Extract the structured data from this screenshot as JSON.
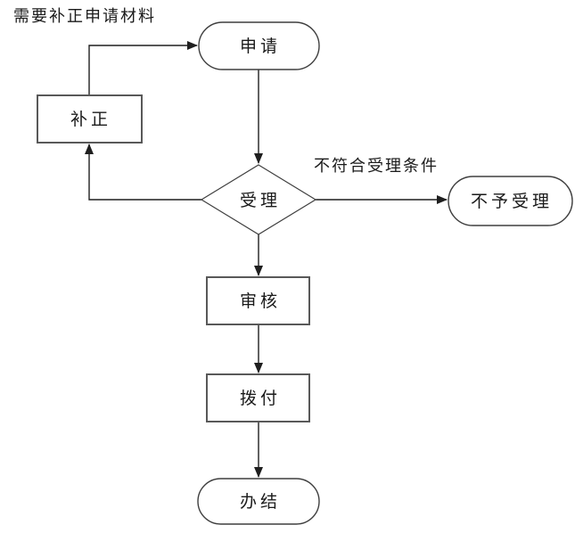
{
  "diagram": {
    "type": "flowchart",
    "annotation": "需要补正申请材料",
    "nodes": {
      "apply": {
        "label": "申请",
        "shape": "stadium"
      },
      "correction": {
        "label": "补正",
        "shape": "rect"
      },
      "accept": {
        "label": "受理",
        "shape": "diamond"
      },
      "reject": {
        "label": "不予受理",
        "shape": "stadium"
      },
      "review": {
        "label": "审核",
        "shape": "rect"
      },
      "disburse": {
        "label": "拨付",
        "shape": "rect"
      },
      "finish": {
        "label": "办结",
        "shape": "stadium"
      }
    },
    "edges": [
      {
        "from": "apply",
        "to": "accept",
        "label": ""
      },
      {
        "from": "accept",
        "to": "reject",
        "label": "不符合受理条件"
      },
      {
        "from": "accept",
        "to": "correction",
        "label": ""
      },
      {
        "from": "correction",
        "to": "apply",
        "label": ""
      },
      {
        "from": "accept",
        "to": "review",
        "label": ""
      },
      {
        "from": "review",
        "to": "disburse",
        "label": ""
      },
      {
        "from": "disburse",
        "to": "finish",
        "label": ""
      }
    ],
    "colors": {
      "background": "#ffffff",
      "line": "#1f1f1f",
      "rect_border": "#595959",
      "stadium_border": "#3f3f3f",
      "text": "#1a1a1a"
    }
  }
}
